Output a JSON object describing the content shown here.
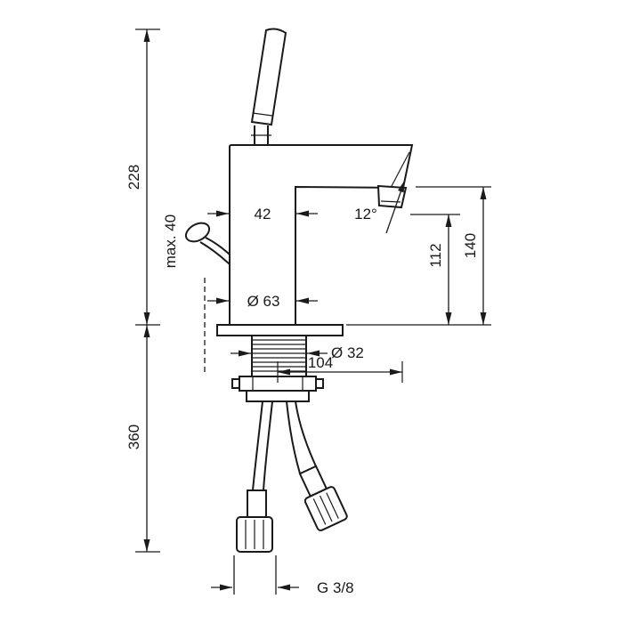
{
  "drawing": {
    "background": "#ffffff",
    "line_color": "#1a1a1a",
    "labels": {
      "height_above_deck": "228",
      "height_below_deck": "360",
      "max_deck_thickness": "max. 40",
      "body_width": "42",
      "spout_angle": "12°",
      "spout_outlet_height": "112",
      "spout_top_height": "140",
      "base_diameter": "Ø 63",
      "shank_diameter": "Ø 32",
      "offset_104": "104",
      "connection_thread": "G 3/8"
    }
  }
}
